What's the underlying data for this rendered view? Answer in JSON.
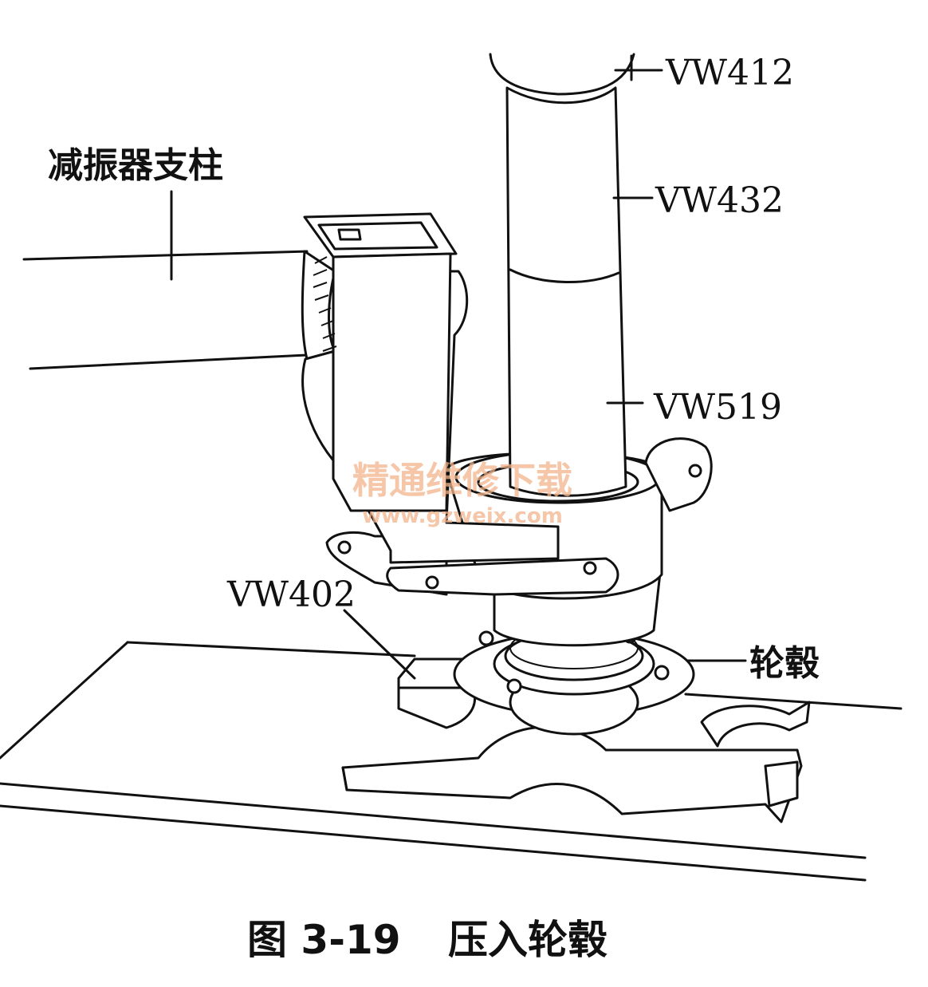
{
  "labels": {
    "strut": "减振器支柱",
    "vw412": "VW412",
    "vw432": "VW432",
    "vw519": "VW519",
    "vw402": "VW402",
    "hub": "轮毂"
  },
  "watermark": {
    "title": "精通维修下载",
    "url": "www.gzweix.com"
  },
  "caption": {
    "number": "图 3-19",
    "title": "压入轮毂"
  }
}
